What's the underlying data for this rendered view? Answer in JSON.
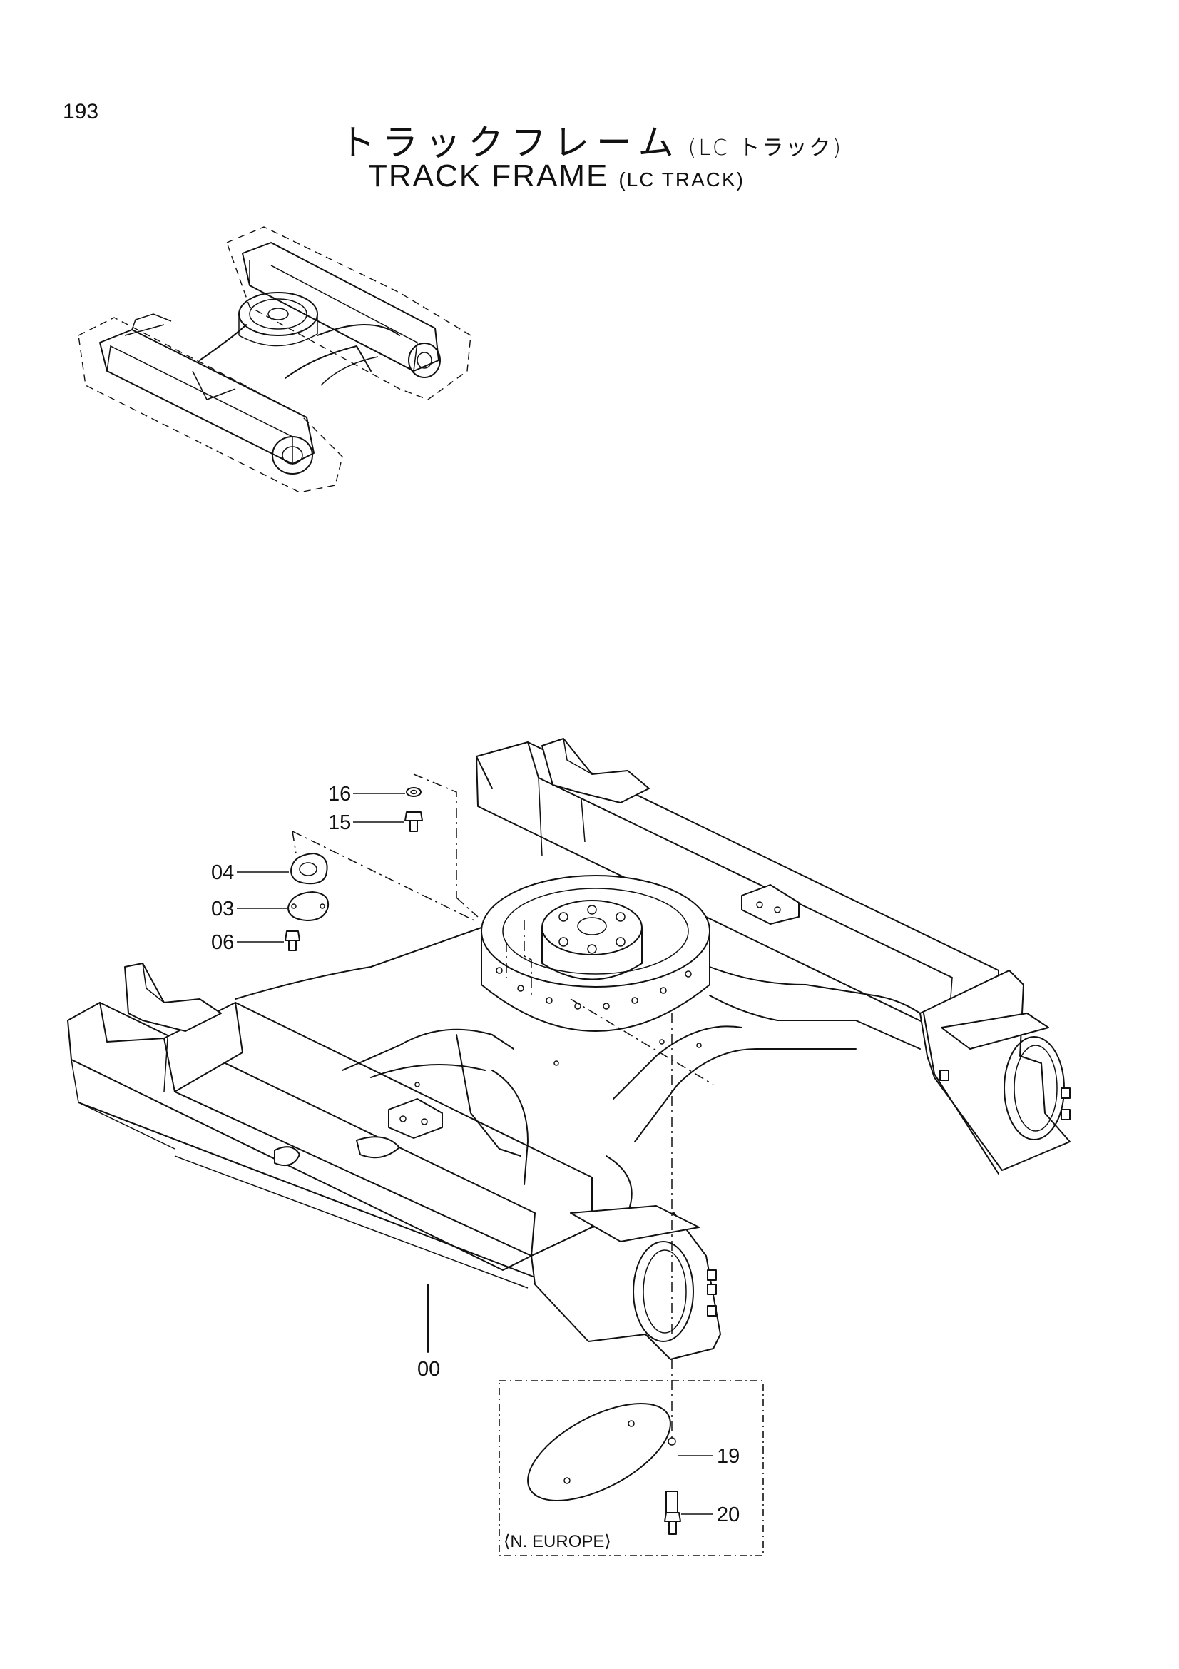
{
  "page": {
    "number": "193"
  },
  "title": {
    "jp": "トラックフレーム",
    "jp_sub": "(LC トラック)",
    "en": "TRACK FRAME",
    "en_sub": "(LC TRACK)"
  },
  "callouts": {
    "p16": "16",
    "p15": "15",
    "p04": "04",
    "p03": "03",
    "p06": "06",
    "p00": "00",
    "p19": "19",
    "p20": "20"
  },
  "inset": {
    "label": "⟨N. EUROPE⟩"
  }
}
